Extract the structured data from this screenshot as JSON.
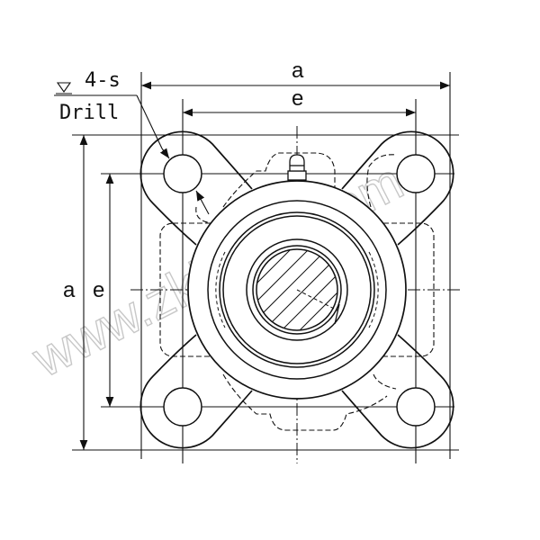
{
  "drawing": {
    "hole_label": "4-s",
    "hole_note": "Drill",
    "dim_overall_horizontal": "a",
    "dim_bolt_horizontal": "e",
    "dim_overall_vertical": "a",
    "dim_bolt_vertical": "e"
  },
  "watermark": "www.zkh360.com",
  "colors": {
    "line": "#111111",
    "watermark": "#c8c8c8"
  }
}
